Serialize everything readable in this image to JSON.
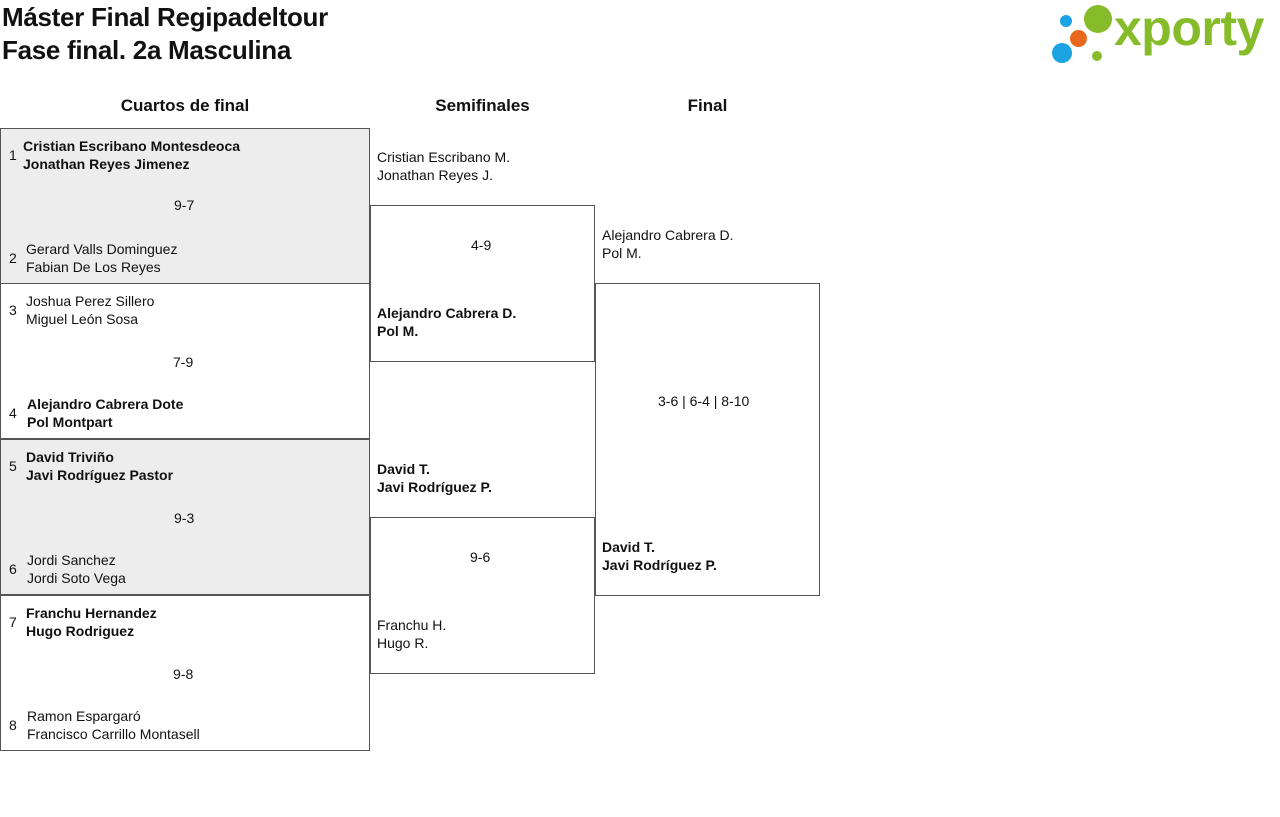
{
  "header": {
    "title": "Máster Final Regipadeltour",
    "subtitle": "Fase final. 2a Masculina"
  },
  "logo": {
    "text": "xporty",
    "colors": {
      "green": "#86bc29",
      "orange": "#e8691d",
      "blue": "#1ba3e3"
    }
  },
  "rounds": {
    "quarterfinals": "Cuartos de final",
    "semifinals": "Semifinales",
    "final": "Final"
  },
  "quarterfinals": [
    {
      "score": "9-7",
      "top": {
        "seed": "1",
        "p1": "Cristian Escribano Montesdeoca",
        "p2": "Jonathan Reyes Jimenez"
      },
      "bottom": {
        "seed": "2",
        "p1": "Gerard Valls Dominguez",
        "p2": "Fabian De Los Reyes"
      }
    },
    {
      "score": "7-9",
      "top": {
        "seed": "3",
        "p1": "Joshua Perez Sillero",
        "p2": "Miguel León Sosa"
      },
      "bottom": {
        "seed": "4",
        "p1": "Alejandro Cabrera Dote",
        "p2": "Pol Montpart"
      }
    },
    {
      "score": "9-3",
      "top": {
        "seed": "5",
        "p1": "David Triviño",
        "p2": "Javi Rodríguez Pastor"
      },
      "bottom": {
        "seed": "6",
        "p1": "Jordi Sanchez",
        "p2": "Jordi Soto Vega"
      }
    },
    {
      "score": "9-8",
      "top": {
        "seed": "7",
        "p1": "Franchu Hernandez",
        "p2": "Hugo Rodriguez"
      },
      "bottom": {
        "seed": "8",
        "p1": "Ramon Espargaró",
        "p2": "Francisco Carrillo Montasell"
      }
    }
  ],
  "semifinals": [
    {
      "score": "4-9",
      "top": {
        "p1": "Cristian Escribano M.",
        "p2": "Jonathan Reyes J."
      },
      "bottom": {
        "p1": "Alejandro Cabrera D.",
        "p2": "Pol M."
      }
    },
    {
      "score": "9-6",
      "top": {
        "p1": "David T.",
        "p2": "Javi Rodríguez P."
      },
      "bottom": {
        "p1": "Franchu H.",
        "p2": "Hugo R."
      }
    }
  ],
  "final": {
    "score": "3-6 | 6-4 | 8-10",
    "top": {
      "p1": "Alejandro Cabrera D.",
      "p2": "Pol M."
    },
    "bottom": {
      "p1": "David T.",
      "p2": "Javi Rodríguez P."
    }
  }
}
